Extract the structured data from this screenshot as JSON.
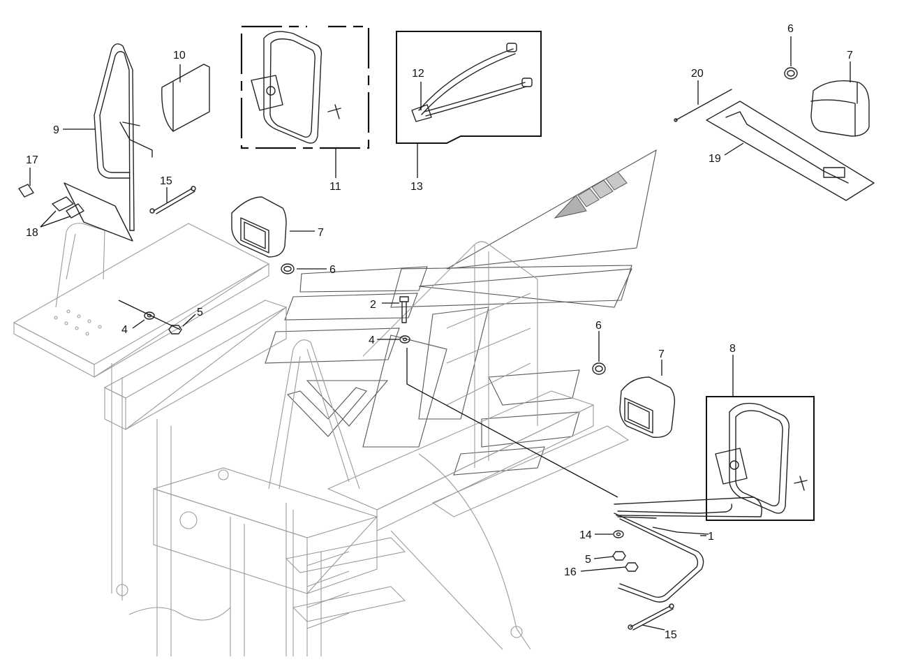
{
  "callouts": [
    {
      "id": "c1",
      "text": "1"
    },
    {
      "id": "c2",
      "text": "2"
    },
    {
      "id": "c4a",
      "text": "4"
    },
    {
      "id": "c4b",
      "text": "4"
    },
    {
      "id": "c5a",
      "text": "5"
    },
    {
      "id": "c5b",
      "text": "5"
    },
    {
      "id": "c6a",
      "text": "6"
    },
    {
      "id": "c6b",
      "text": "6"
    },
    {
      "id": "c6c",
      "text": "6"
    },
    {
      "id": "c7a",
      "text": "7"
    },
    {
      "id": "c7b",
      "text": "7"
    },
    {
      "id": "c7c",
      "text": "7"
    },
    {
      "id": "c8",
      "text": "8"
    },
    {
      "id": "c9",
      "text": "9"
    },
    {
      "id": "c10",
      "text": "10"
    },
    {
      "id": "c11",
      "text": "11"
    },
    {
      "id": "c13",
      "text": "13"
    },
    {
      "id": "c12",
      "text": "12"
    },
    {
      "id": "c14",
      "text": "14"
    },
    {
      "id": "c15a",
      "text": "15"
    },
    {
      "id": "c15b",
      "text": "15"
    },
    {
      "id": "c16",
      "text": "16"
    },
    {
      "id": "c17",
      "text": "17"
    },
    {
      "id": "c18",
      "text": "18"
    },
    {
      "id": "c19",
      "text": "19"
    },
    {
      "id": "c20",
      "text": "20"
    }
  ],
  "colors": {
    "line": "#222222",
    "frame": "#9a9a9a",
    "background": "#ffffff"
  }
}
